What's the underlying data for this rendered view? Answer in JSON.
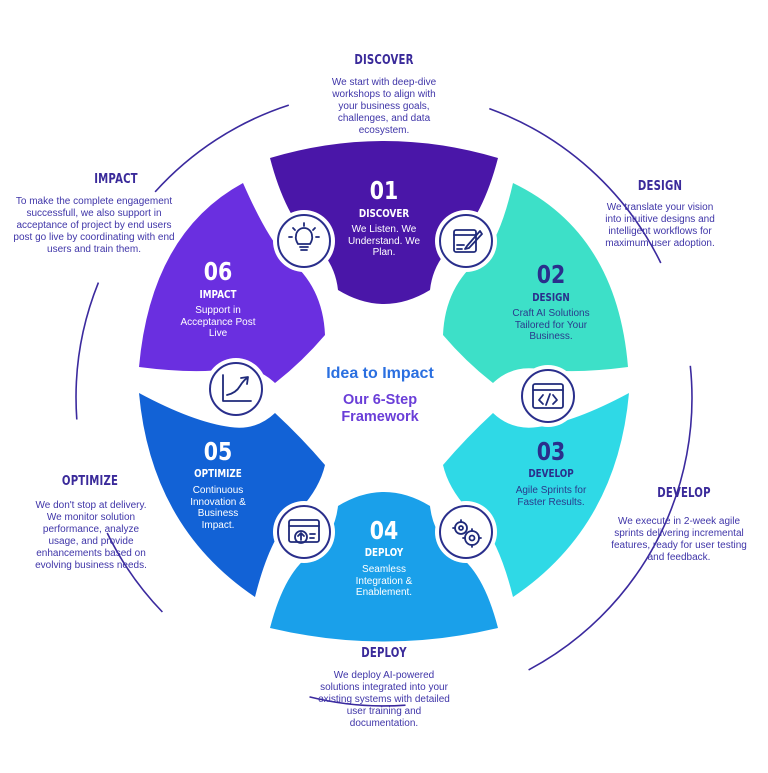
{
  "center": {
    "title": "Idea to Impact",
    "subtitle_line1": "Our 6-Step",
    "subtitle_line2": "Framework"
  },
  "steps": [
    {
      "number": "01",
      "title": "DISCOVER",
      "summary_lines": [
        "We Listen. We",
        "Understand. We",
        "Plan."
      ],
      "outer_title": "DISCOVER",
      "outer_lines": [
        "We start with deep-dive",
        "workshops to align with",
        "your business goals,",
        "challenges, and data",
        "ecosystem."
      ],
      "icon": "lightbulb-icon",
      "color": "#4a16a8"
    },
    {
      "number": "02",
      "title": "DESIGN",
      "summary_lines": [
        "Craft AI Solutions",
        "Tailored for Your",
        "Business."
      ],
      "outer_title": "DESIGN",
      "outer_lines": [
        "We translate your vision",
        "into intuitive designs and",
        "intelligent workflows for",
        "maximum user adoption."
      ],
      "icon": "design-board-icon",
      "color": "#3de0c8"
    },
    {
      "number": "03",
      "title": "DEVELOP",
      "summary_lines": [
        "Agile Sprints for",
        "Faster Results."
      ],
      "outer_title": "DEVELOP",
      "outer_lines": [
        "We execute in 2-week agile",
        "sprints  delivering incremental",
        "features, ready for user testing",
        "and feedback."
      ],
      "icon": "code-window-icon",
      "color": "#2fd9e6"
    },
    {
      "number": "04",
      "title": "DEPLOY",
      "summary_lines": [
        "Seamless",
        "Integration &",
        "Enablement."
      ],
      "outer_title": "DEPLOY",
      "outer_lines": [
        "We deploy AI-powered",
        "solutions integrated into your",
        "existing systems with detailed",
        "user training and",
        "documentation."
      ],
      "icon": "gears-icon",
      "color": "#1aa0ea"
    },
    {
      "number": "05",
      "title": "OPTIMIZE",
      "summary_lines": [
        "Continuous",
        "Innovation &",
        "Business",
        "Impact."
      ],
      "outer_title": "OPTIMIZE",
      "outer_lines": [
        "We don't stop at delivery.",
        "We monitor solution",
        "performance, analyze",
        "usage, and provide",
        "enhancements based on",
        "evolving business needs."
      ],
      "icon": "upload-window-icon",
      "color": "#1262d6"
    },
    {
      "number": "06",
      "title": "IMPACT",
      "summary_lines": [
        "Support in",
        "Acceptance Post",
        "Live"
      ],
      "outer_title": "IMPACT",
      "outer_lines": [
        "To make the complete engagement",
        "successfull, we also support in",
        "acceptance of project by end users",
        "post go live by coordinating with end",
        "users and train them."
      ],
      "icon": "growth-chart-icon",
      "color": "#6a2fe0"
    }
  ]
}
